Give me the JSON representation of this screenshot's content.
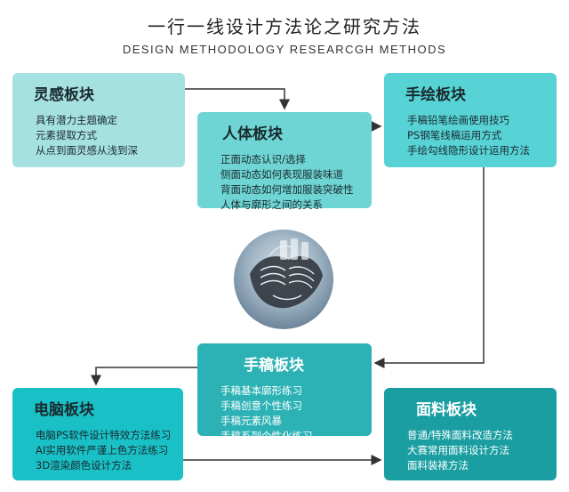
{
  "title": {
    "cn": "一行一线设计方法论之研究方法",
    "en": "DESIGN METHODOLOGY RESEARCGH METHODS"
  },
  "boxes": {
    "inspiration": {
      "heading": "灵感板块",
      "lines": [
        "具有潜力主题确定",
        "元素提取方式",
        "从点到面灵感从浅到深"
      ]
    },
    "body": {
      "heading": "人体板块",
      "lines": [
        "正面动态认识/选择",
        "侧面动态如何表现服装味道",
        "背面动态如何增加服装突破性",
        "人体与廓形之间的关系"
      ]
    },
    "handdraw": {
      "heading": "手绘板块",
      "lines": [
        "手稿铅笔绘画使用技巧",
        "PS钢笔线稿运用方式",
        "手绘勾线隐形设计运用方法"
      ]
    },
    "draft": {
      "heading": "手稿板块",
      "lines": [
        "手稿基本廓形练习",
        "手稿创意个性练习",
        "手稿元素风暴",
        "手稿系列个性化练习"
      ]
    },
    "computer": {
      "heading": "电脑板块",
      "lines": [
        "电脑PS软件设计特效方法练习",
        "AI实用软件严谨上色方法练习",
        "3D渲染颜色设计方法"
      ]
    },
    "fabric": {
      "heading": "面料板块",
      "lines": [
        "普通/特殊面料改造方法",
        "大赛常用面料设计方法",
        "面料装裱方法"
      ]
    }
  },
  "colors": {
    "inspiration": "#a6e1e2",
    "body": "#6fd4d4",
    "handdraw": "#57d3d6",
    "draft": "#2cb2b5",
    "computer": "#19c0c6",
    "fabric": "#1a9ea2",
    "arrow": "#333333"
  },
  "center_image": {
    "icon": "fashion-sculpture-photo"
  }
}
